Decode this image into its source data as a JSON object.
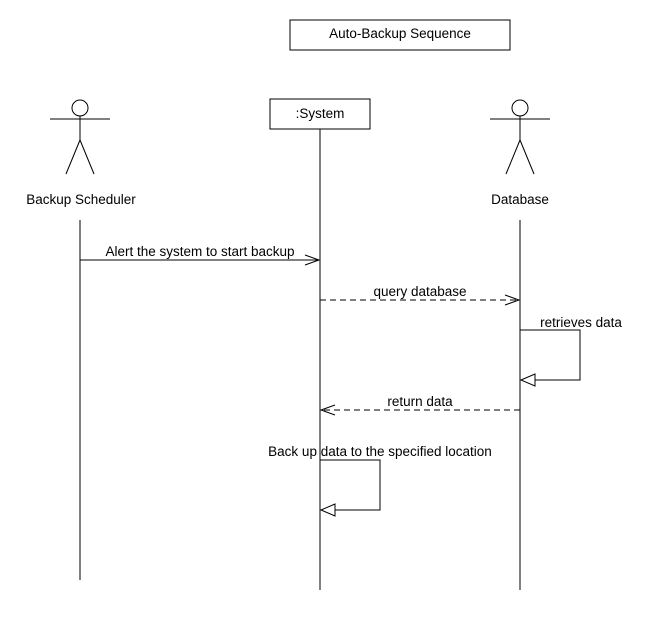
{
  "diagram": {
    "title": "Auto-Backup Sequence",
    "participants": {
      "scheduler": {
        "label": "Backup Scheduler",
        "kind": "actor"
      },
      "system": {
        "label": ":System",
        "kind": "object"
      },
      "database": {
        "label": "Database",
        "kind": "actor"
      }
    },
    "messages": {
      "alert": {
        "label": "Alert the system to start backup",
        "from": "Backup Scheduler",
        "to": ":System",
        "style": "solid"
      },
      "query": {
        "label": "query database",
        "from": ":System",
        "to": "Database",
        "style": "dashed"
      },
      "retrieves": {
        "label": "retrieves data",
        "from": "Database",
        "to": "Database",
        "style": "self"
      },
      "return": {
        "label": "return data",
        "from": "Database",
        "to": ":System",
        "style": "dashed"
      },
      "backup": {
        "label": "Back up data to the specified location",
        "from": ":System",
        "to": ":System",
        "style": "self"
      }
    }
  }
}
